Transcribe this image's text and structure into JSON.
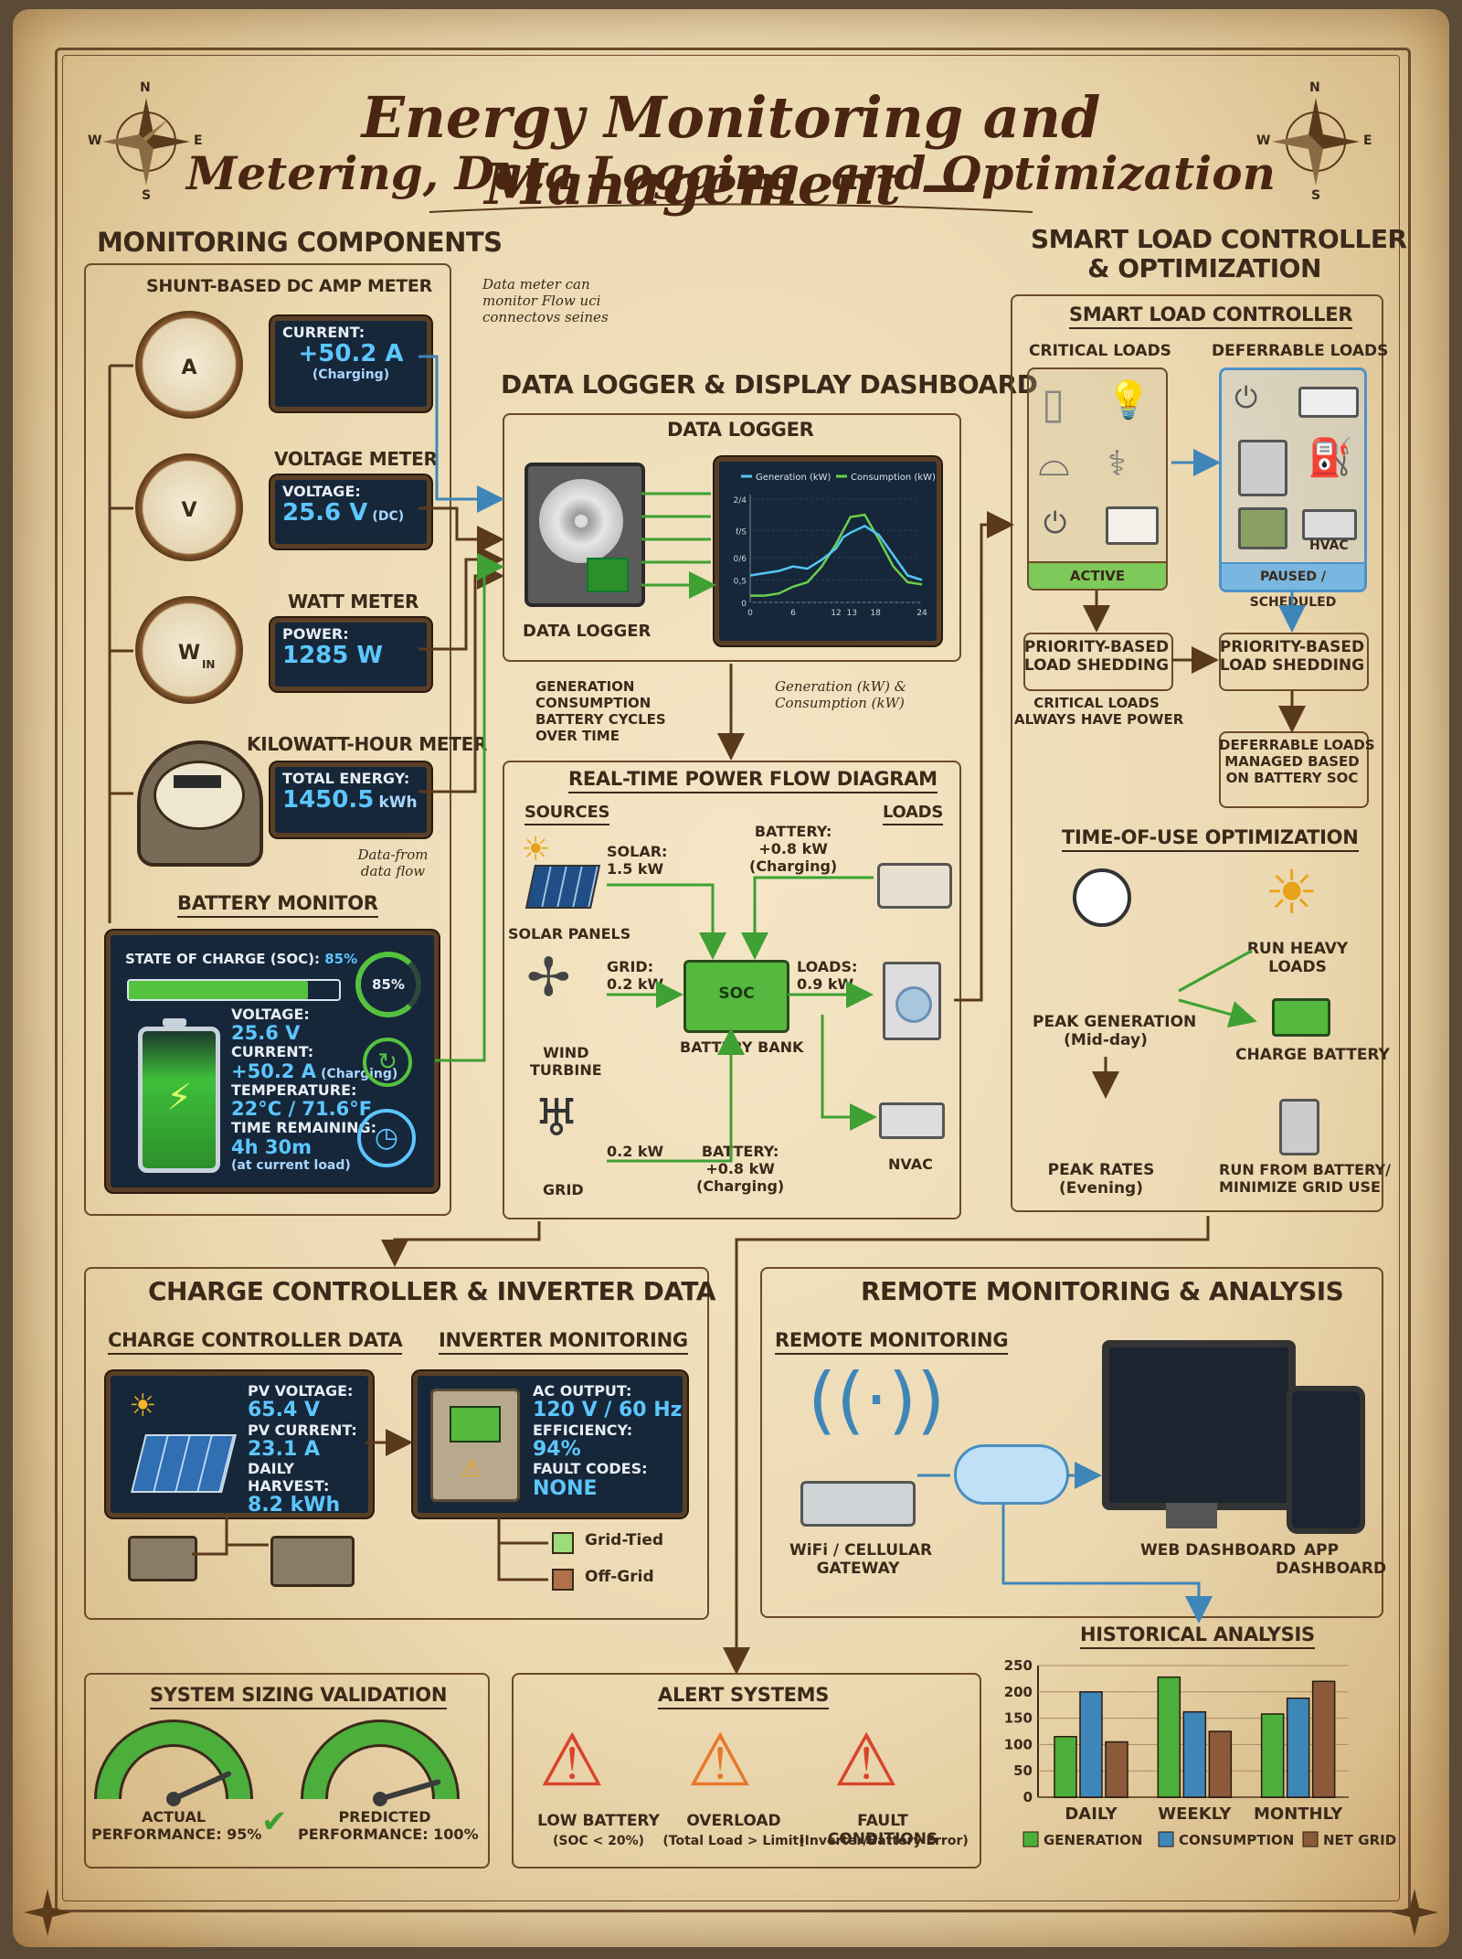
{
  "title": {
    "line1": "Energy Monitoring and Management —",
    "line2": "Metering, Data Logging, and Optimization"
  },
  "compass": {
    "n": "N",
    "e": "E",
    "s": "S",
    "w": "W"
  },
  "monitoring": {
    "heading": "MONITORING COMPONENTS",
    "amp": {
      "title": "SHUNT-BASED DC AMP METER",
      "gauge": "A",
      "key": "CURRENT:",
      "value": "+50.2 A",
      "sub": "(Charging)"
    },
    "volt": {
      "title": "VOLTAGE METER",
      "gauge": "V",
      "key": "VOLTAGE:",
      "value": "25.6 V",
      "sub": "(DC)"
    },
    "watt": {
      "title": "WATT METER",
      "gauge": "W",
      "gauge_sub": "IN",
      "key": "POWER:",
      "value": "1285 W"
    },
    "kwh": {
      "title": "KILOWATT-HOUR METER",
      "key": "TOTAL ENERGY:",
      "value": "1450.5",
      "unit": "kWh"
    },
    "note_top": "Data meter can monitor Flow uci connectovs seines",
    "note_bottom": "Data-from data flow",
    "battery": {
      "title": "BATTERY MONITOR",
      "soc_label": "STATE OF CHARGE (SOC):",
      "soc_value": "85%",
      "soc_fraction": 0.85,
      "ring": "85%",
      "voltage_key": "VOLTAGE:",
      "voltage": "25.6 V",
      "current_key": "CURRENT:",
      "current": "+50.2 A",
      "current_sub": "(Charging)",
      "temp_key": "TEMPERATURE:",
      "temp": "22°C / 71.6°F",
      "time_key": "TIME REMAINING:",
      "time": "4h 30m",
      "time_sub": "(at current load)"
    }
  },
  "logger": {
    "heading": "DATA LOGGER & DISPLAY DASHBOARD",
    "title": "DATA LOGGER",
    "device_label": "DATA LOGGER",
    "logs": [
      "GENERATION",
      "CONSUMPTION",
      "BATTERY CYCLES",
      "OVER TIME"
    ],
    "note": "Generation (kW) & Consumption (kW)",
    "chart": {
      "legend_gen": "Generation (kW)",
      "legend_con": "Consumption (kW)",
      "y_ticks": [
        "0",
        "0,5",
        "0/6",
        "f/S",
        "2/4"
      ],
      "x_ticks": [
        "0",
        "6",
        "12",
        "13",
        "18",
        "24"
      ]
    }
  },
  "chart_data": {
    "type": "line",
    "x": [
      0,
      2,
      4,
      6,
      8,
      10,
      12,
      13,
      14,
      16,
      18,
      20,
      22,
      24
    ],
    "series": [
      {
        "name": "Generation (kW)",
        "values": [
          0.15,
          0.15,
          0.2,
          0.35,
          0.45,
          0.8,
          1.3,
          1.6,
          1.9,
          1.95,
          1.4,
          0.8,
          0.45,
          0.4
        ]
      },
      {
        "name": "Consumption (kW)",
        "values": [
          0.6,
          0.65,
          0.7,
          0.8,
          0.75,
          0.95,
          1.2,
          1.45,
          1.55,
          1.7,
          1.5,
          1.05,
          0.6,
          0.5
        ]
      }
    ],
    "xlim": [
      0,
      24
    ],
    "ylim": [
      0,
      2.4
    ],
    "legend": "top"
  },
  "powerflow": {
    "title": "REAL-TIME POWER FLOW DIAGRAM",
    "sources": "SOURCES",
    "loads": "LOADS",
    "solar_label": "SOLAR PANELS",
    "solar_value": "SOLAR:\n1.5 kW",
    "wind_label": "WIND\nTURBINE",
    "grid_label": "GRID",
    "grid_value": "GRID:\n0.2 kW",
    "grid_value2": "0.2 kW",
    "battery_top": "BATTERY:\n+0.8 kW\n(Charging)",
    "battery_bottom": "BATTERY:\n+0.8 kW\n(Charging)",
    "bank_label": "BATTERY BANK",
    "soc_text": "SOC",
    "loads_value": "LOADS:\n0.9 kW",
    "nvac": "NVAC"
  },
  "smart": {
    "heading": "SMART LOAD CONTROLLER\n& OPTIMIZATION",
    "title": "SMART LOAD CONTROLLER",
    "critical": "CRITICAL LOADS",
    "deferrable": "DEFERRABLE LOADS",
    "hvac": "HVAC",
    "active": "ACTIVE",
    "paused": "PAUSED / SCHEDULED",
    "shed1": "PRIORITY-BASED\nLOAD SHEDDING",
    "shed2": "PRIORITY-BASED\nLOAD SHEDDING",
    "crit_note": "CRITICAL LOADS\nALWAYS HAVE POWER",
    "def_note": "DEFERRABLE LOADS\nMANAGED BASED\nON BATTERY SOC"
  },
  "tou": {
    "title": "TIME-OF-USE OPTIMIZATION",
    "peak_gen": "PEAK GENERATION\n(Mid-day)",
    "peak_rates": "PEAK RATES\n(Evening)",
    "run_heavy": "RUN HEAVY\nLOADS",
    "charge": "CHARGE BATTERY",
    "run_battery": "RUN FROM BATTERY/\nMINIMIZE GRID USE"
  },
  "charge": {
    "heading": "CHARGE CONTROLLER & INVERTER DATA",
    "cc_title": "CHARGE CONTROLLER DATA",
    "pv_v_key": "PV VOLTAGE:",
    "pv_v": "65.4 V",
    "pv_c_key": "PV CURRENT:",
    "pv_c": "23.1 A",
    "harvest_key": "DAILY HARVEST:",
    "harvest": "8.2 kWh",
    "inv_title": "INVERTER MONITORING",
    "ac_key": "AC OUTPUT:",
    "ac": "120 V / 60 Hz",
    "eff_key": "EFFICIENCY:",
    "eff": "94%",
    "fault_key": "FAULT CODES:",
    "fault": "NONE",
    "grid_tied": "Grid-Tied",
    "off_grid": "Off-Grid"
  },
  "remote": {
    "heading": "REMOTE MONITORING & ANALYSIS",
    "title": "REMOTE MONITORING",
    "gateway": "WiFi / CELLULAR\nGATEWAY",
    "web": "WEB DASHBOARD",
    "app": "APP\nDASHBOARD"
  },
  "historical": {
    "title": "HISTORICAL ANALYSIS",
    "categories": [
      "DAILY",
      "WEEKLY",
      "MONTHLY"
    ],
    "y_ticks": [
      "0",
      "50",
      "100",
      "150",
      "200",
      "250"
    ],
    "ylim": [
      0,
      250
    ],
    "series": [
      {
        "name": "GENERATION",
        "color": "#4caf3c",
        "values": [
          115,
          228,
          158
        ]
      },
      {
        "name": "CONSUMPTION",
        "color": "#3f86b8",
        "values": [
          200,
          162,
          188
        ]
      },
      {
        "name": "NET GRID",
        "color": "#8a5a3a",
        "values": [
          105,
          125,
          220
        ]
      }
    ]
  },
  "sizing": {
    "title": "SYSTEM SIZING VALIDATION",
    "actual": "ACTUAL\nPERFORMANCE: 95%",
    "actual_value": 95,
    "predicted": "PREDICTED\nPERFORMANCE: 100%",
    "predicted_value": 100
  },
  "alerts": {
    "title": "ALERT SYSTEMS",
    "items": [
      {
        "label": "LOW BATTERY",
        "sub": "(SOC < 20%)"
      },
      {
        "label": "OVERLOAD",
        "sub": "(Total Load > Limit)"
      },
      {
        "label": "FAULT CONDITIONS",
        "sub": "(Inverter/Battery Error)"
      }
    ]
  }
}
